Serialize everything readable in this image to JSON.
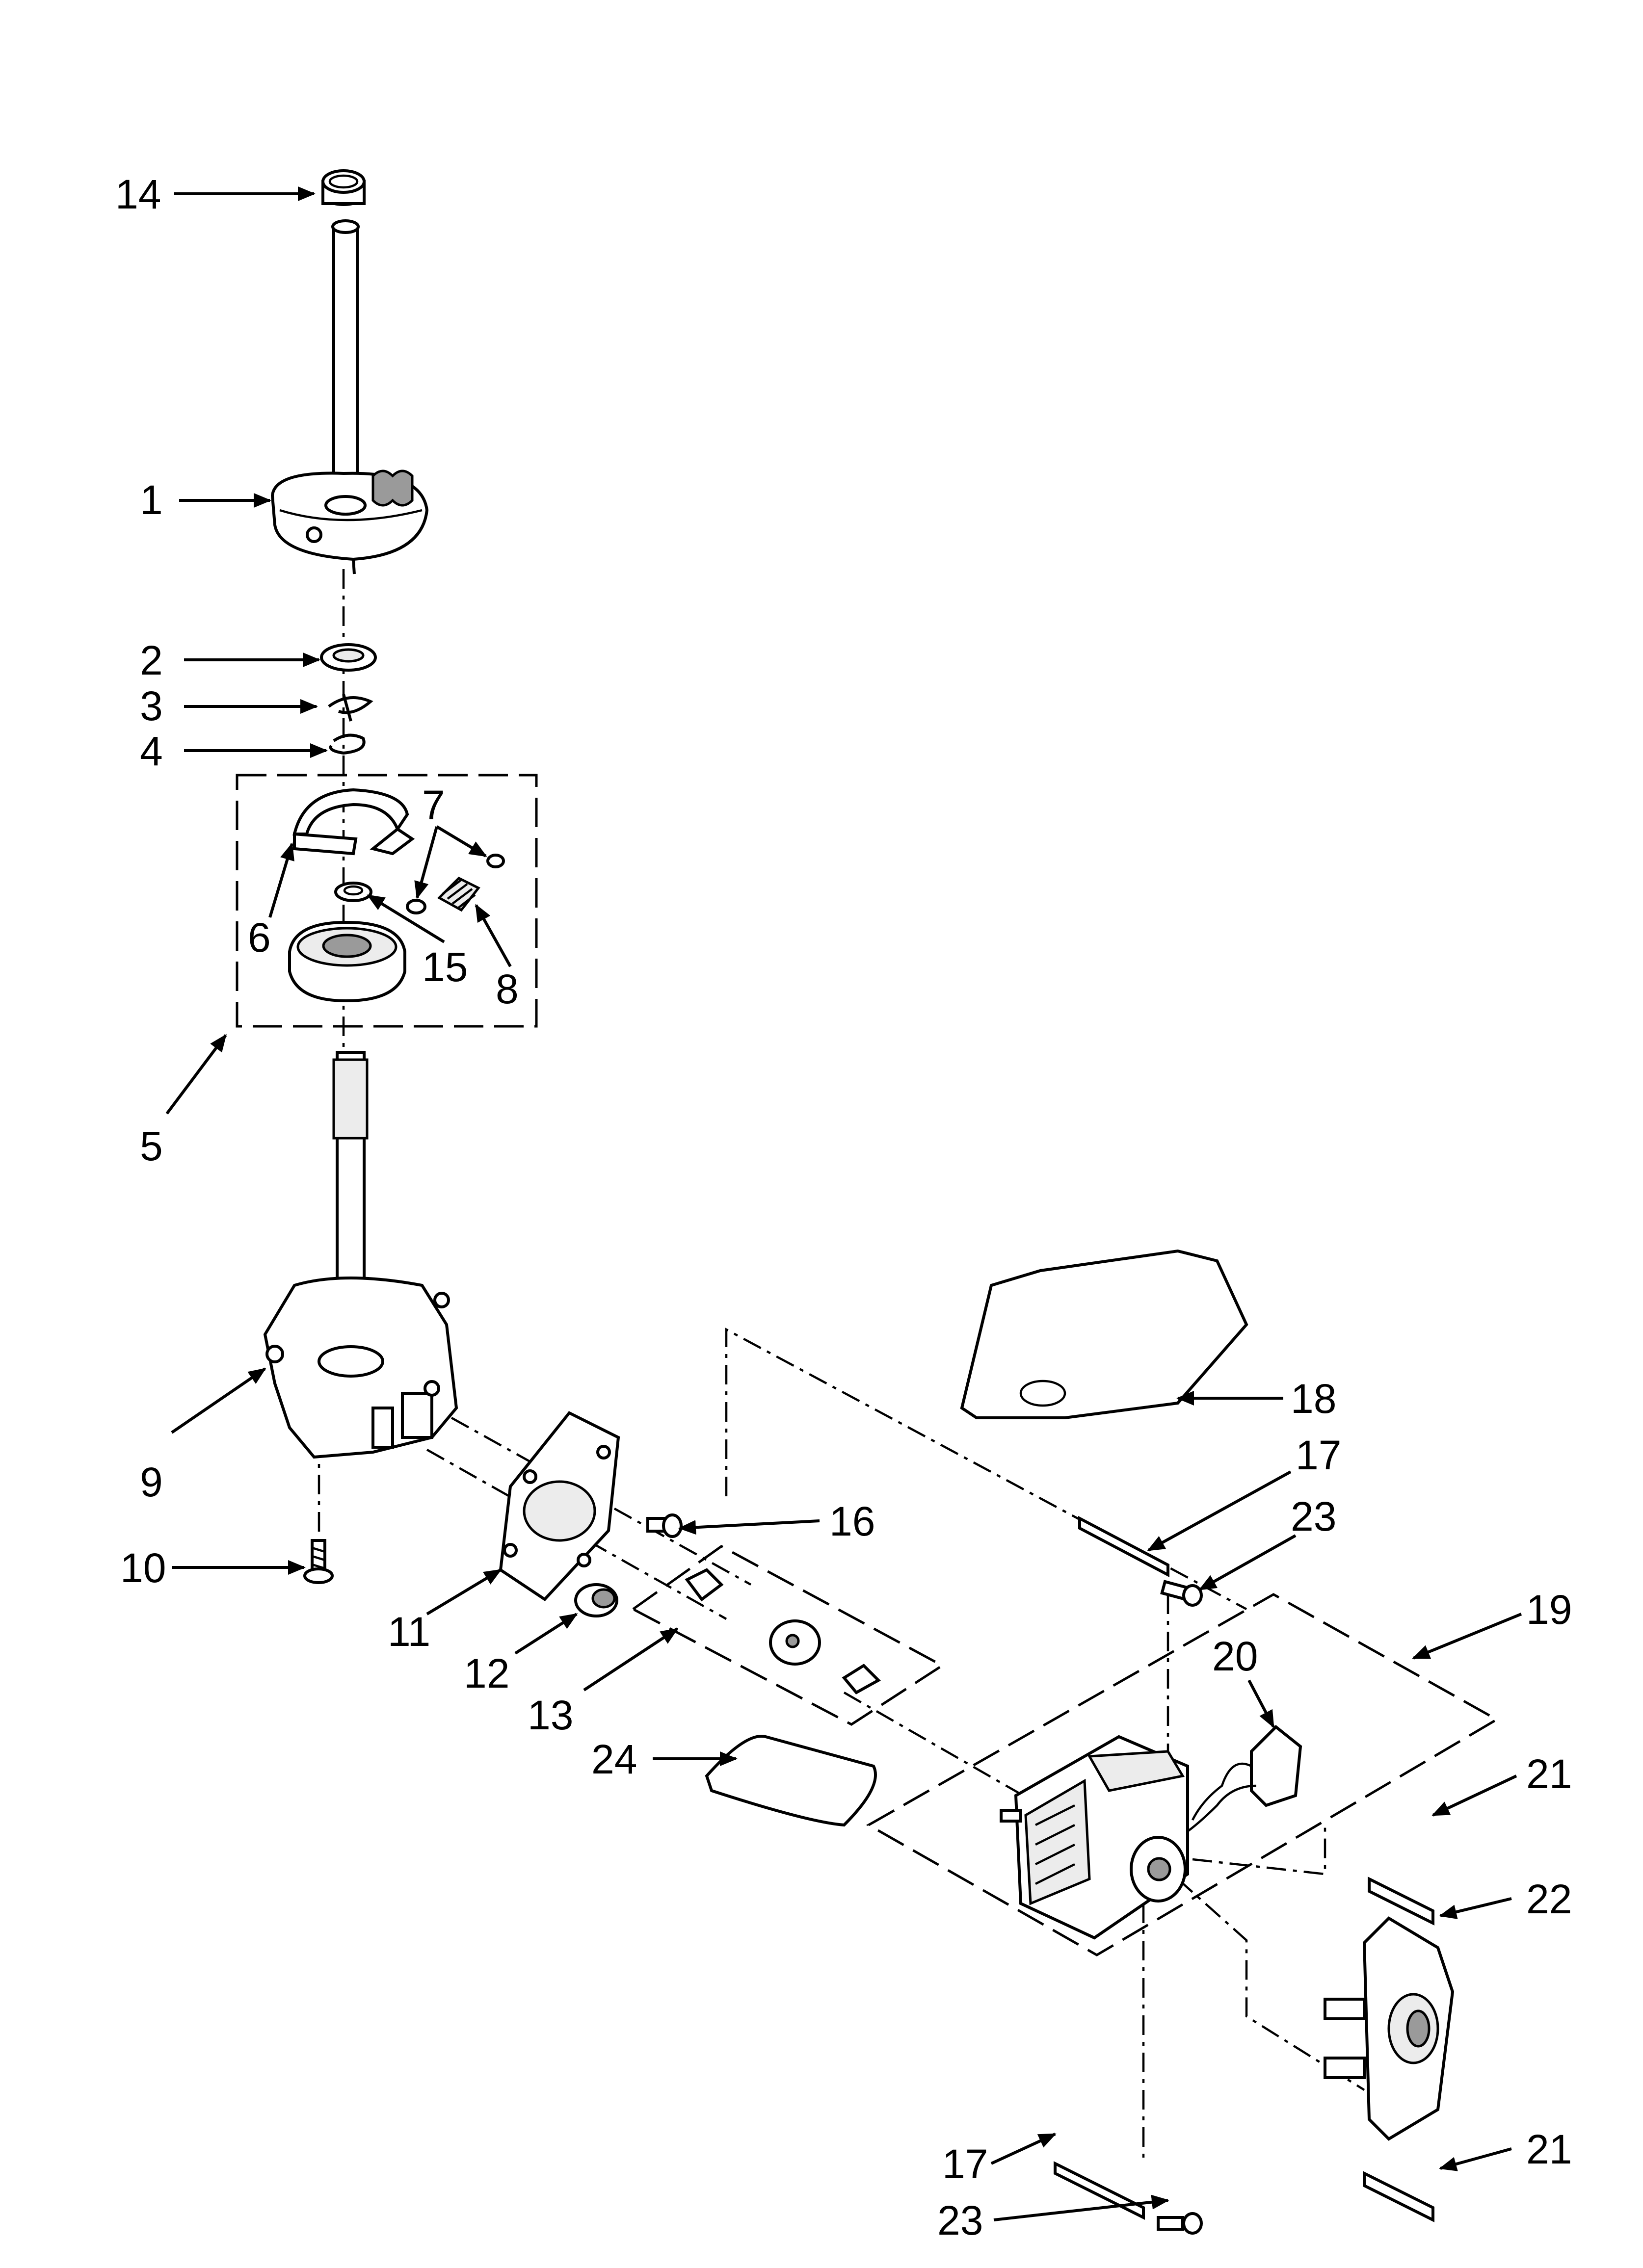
{
  "callouts": {
    "c1": "1",
    "c2": "2",
    "c3": "3",
    "c4": "4",
    "c5": "5",
    "c6": "6",
    "c7": "7",
    "c8": "8",
    "c9": "9",
    "c10": "10",
    "c11": "11",
    "c12": "12",
    "c13": "13",
    "c14": "14",
    "c15": "15",
    "c16": "16",
    "c17a": "17",
    "c17b": "17",
    "c18": "18",
    "c19": "19",
    "c20": "20",
    "c21a": "21",
    "c21b": "21",
    "c22": "22",
    "c23a": "23",
    "c23b": "23",
    "c24": "24"
  }
}
